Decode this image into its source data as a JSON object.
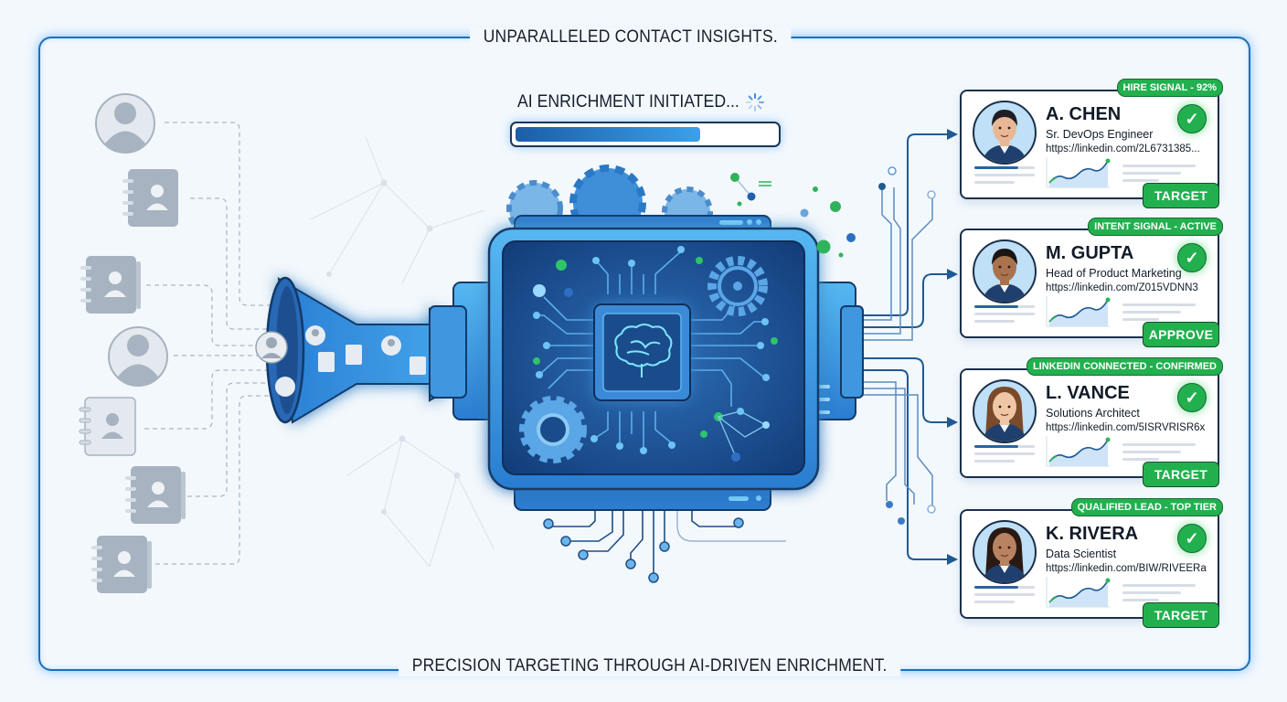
{
  "frame": {
    "top_title": "UNPARALLELED CONTACT INSIGHTS.",
    "bottom_title": "PRECISION TARGETING THROUGH AI-DRIVEN ENRICHMENT."
  },
  "status": {
    "label": "AI ENRICHMENT INITIATED...",
    "spinner_icon": "loading-spinner-icon",
    "progress_percent": 72
  },
  "sources": {
    "items": [
      {
        "type": "person",
        "icon": "person-avatar-icon"
      },
      {
        "type": "address-book",
        "icon": "contact-book-icon"
      },
      {
        "type": "address-book",
        "icon": "contact-book-icon"
      },
      {
        "type": "person",
        "icon": "person-avatar-icon"
      },
      {
        "type": "address-book",
        "icon": "contact-book-icon"
      },
      {
        "type": "address-book",
        "icon": "contact-book-icon"
      },
      {
        "type": "address-book",
        "icon": "contact-book-icon"
      }
    ]
  },
  "processor": {
    "center_icon": "brain-chip-icon",
    "accent": "#1f6fc0",
    "glow": "#38a8ff"
  },
  "contacts": [
    {
      "badge": "HIRE SIGNAL - 92%",
      "name": "A. CHEN",
      "role": "Sr. DevOps Engineer",
      "url": "https://linkedin.com/2L6731385...",
      "action": "TARGET",
      "status_icon": "check-circle-icon",
      "avatar_tone": "#e8b896",
      "hair": "#1e1e24",
      "long_hair": false
    },
    {
      "badge": "INTENT SIGNAL - ACTIVE",
      "name": "M. GUPTA",
      "role": "Head of Product Marketing",
      "url": "https://linkedin.com/Z015VDNN3",
      "action": "APPROVE",
      "status_icon": "check-circle-icon",
      "avatar_tone": "#a8734e",
      "hair": "#1a1412",
      "long_hair": false
    },
    {
      "badge": "LINKEDIN CONNECTED - CONFIRMED",
      "name": "L. VANCE",
      "role": "Solutions Architect",
      "url": "https://linkedin.com/5ISRVRISR6x",
      "action": "TARGET",
      "status_icon": "check-circle-icon",
      "avatar_tone": "#f0c7a6",
      "hair": "#7a4a2a",
      "long_hair": true
    },
    {
      "badge": "QUALIFIED LEAD - TOP TIER",
      "name": "K. RIVERA",
      "role": "Data Scientist",
      "url": "https://linkedin.com/BIW/RIVEERa",
      "action": "TARGET",
      "status_icon": "check-circle-icon",
      "avatar_tone": "#b98361",
      "hair": "#2a1a14",
      "long_hair": true
    }
  ],
  "colors": {
    "frame": "#1e6fb8",
    "success": "#22b04f",
    "text": "#111b28",
    "background": "#f3f8fd"
  }
}
